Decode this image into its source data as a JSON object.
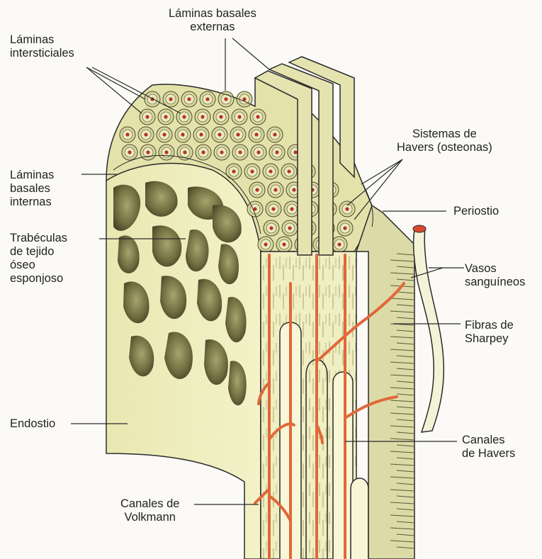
{
  "labels": {
    "laminas_basales_externas": [
      "Láminas basales",
      "externas"
    ],
    "laminas_intersticiales": [
      "Láminas",
      "intersticiales"
    ],
    "laminas_basales_internas": [
      "Láminas",
      "basales",
      "internas"
    ],
    "trabeculas": [
      "Trabéculas",
      "de tejido",
      "óseo",
      "esponjoso"
    ],
    "endostio": [
      "Endostio"
    ],
    "canales_volkmann": [
      "Canales de",
      "Volkmann"
    ],
    "sistemas_havers": [
      "Sistemas de",
      "Havers (osteonas)"
    ],
    "periostio": [
      "Periostio"
    ],
    "vasos_sanguineos": [
      "Vasos",
      "sanguíneos"
    ],
    "fibras_sharpey": [
      "Fibras de",
      "Sharpey"
    ],
    "canales_havers": [
      "Canales",
      "de Havers"
    ]
  },
  "colors": {
    "bone": "#ecebb6",
    "bone_dark": "#c9c88c",
    "vessel": "#e0683a",
    "trabecula": "#6d6a3e",
    "osteon_ring": "#b9b77c",
    "osteon_core": "#b8322a",
    "periosteum": "#d9d8a6",
    "line": "#2a2a2a"
  }
}
